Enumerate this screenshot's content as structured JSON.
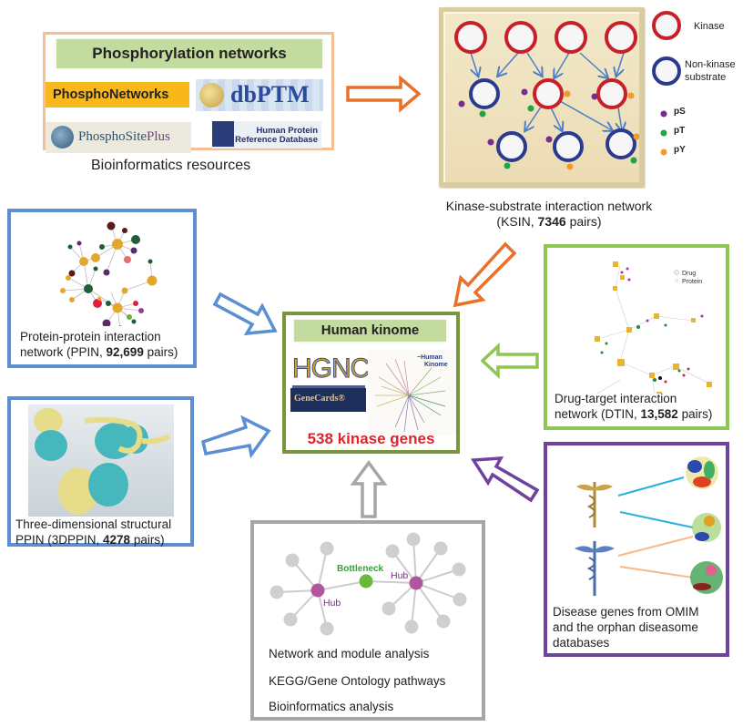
{
  "resources": {
    "title": "Phosphorylation networks",
    "logos": {
      "phosphonetworks": "PhosphoNetworks",
      "dbptm": "dbPTM",
      "phosphositeplus_a": "PhosphoSite",
      "phosphositeplus_b": "Plus",
      "hprd": "Human Protein Reference Database"
    },
    "caption": "Bioinformatics resources",
    "border_color": "#f7bd94"
  },
  "ksin": {
    "legend": {
      "kinase": "Kinase",
      "substrate_line1": "Non-kinase",
      "substrate_line2": "substrate",
      "ps": "pS",
      "pt": "pT",
      "py": "pY"
    },
    "caption_line1": "Kinase-substrate interaction network",
    "caption_prefix": "(KSIN, ",
    "caption_count": "7346",
    "caption_suffix": " pairs)",
    "colors": {
      "kinase": "#c8202a",
      "substrate": "#2a3a8f",
      "ps": "#7b2b8c",
      "pt": "#23a443",
      "py": "#f39a2a"
    }
  },
  "ppin": {
    "caption_line1": "Protein-protein interaction",
    "caption_prefix": "network (PPIN, ",
    "caption_count": "92,699",
    "caption_suffix": " pairs)",
    "border_color": "#5b8fd1"
  },
  "ppin3d": {
    "caption_line1": "Three-dimensional structural",
    "caption_prefix": "PPIN (3DPPIN, ",
    "caption_count": "4278",
    "caption_suffix": " pairs)"
  },
  "kinome": {
    "title": "Human kinome",
    "hgnc": "HGNC",
    "genecards": "GeneCards®",
    "tree_label_1": "~Human",
    "tree_label_2": "Kinome",
    "genes": "538 kinase genes",
    "border_color": "#78963c"
  },
  "dtin": {
    "legend_drug": "Drug",
    "legend_protein": "Protein",
    "caption_line1": "Drug-target interaction",
    "caption_prefix": "network (DTIN, ",
    "caption_count": "13,582",
    "caption_suffix": " pairs)",
    "border_color": "#8dc650"
  },
  "disease": {
    "caption_line1": "Disease genes from OMIM",
    "caption_line2": "and the orphan diseasome",
    "caption_line3": "databases",
    "border_color": "#7042a0"
  },
  "network_analysis": {
    "bottleneck_label": "Bottleneck",
    "hub_label": "Hub",
    "lines": [
      "Network and module analysis",
      "KEGG/Gene Ontology pathways",
      "Bioinformatics analysis"
    ],
    "border_color": "#a6a6a6"
  }
}
